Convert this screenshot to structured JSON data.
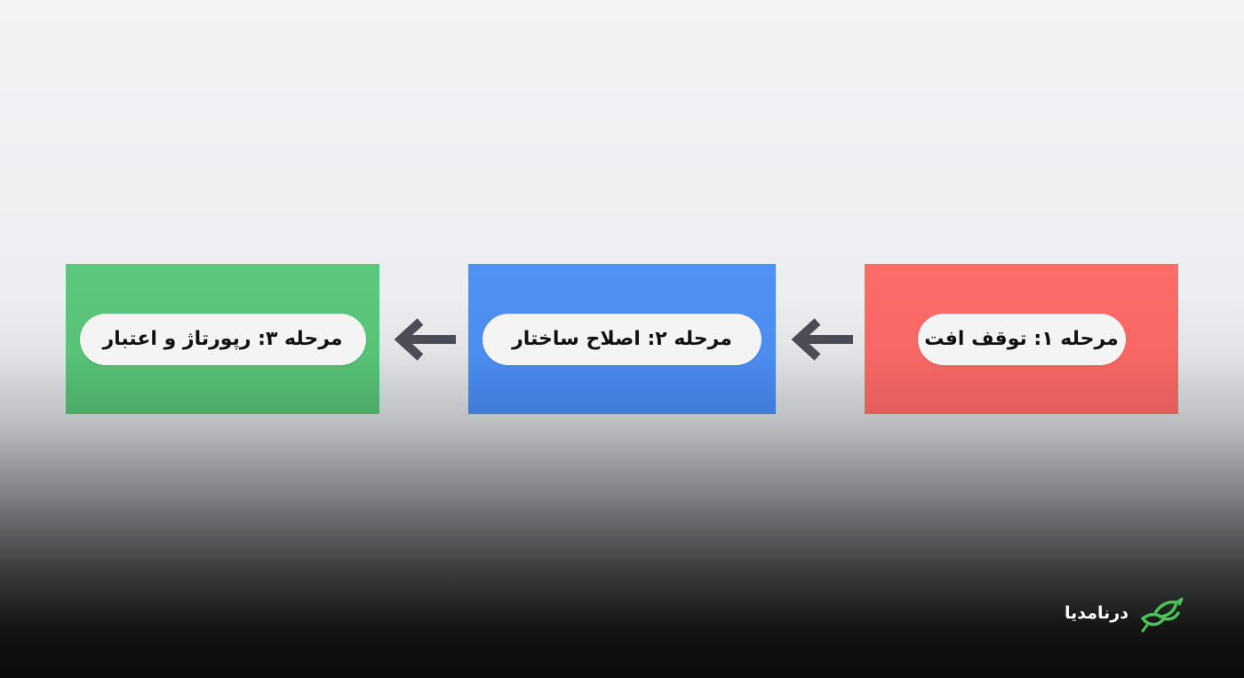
{
  "diagram": {
    "steps": [
      {
        "label": "مرحله ۱: توقف افت",
        "color": "#f76765"
      },
      {
        "label": "مرحله ۲: اصلاح ساختار",
        "color": "#4c8def"
      },
      {
        "label": "مرحله ۳: رپورتاژ و اعتبار",
        "color": "#58c277"
      }
    ],
    "connectors": [
      {
        "from": 0,
        "to": 1,
        "icon": "arrow-left-icon"
      },
      {
        "from": 1,
        "to": 2,
        "icon": "arrow-left-icon"
      }
    ],
    "arrow_color": "#4a4d55",
    "pill_color": "#f4f4f4"
  },
  "logo": {
    "text": "درنامدیا",
    "icon": "leaf-bird-icon",
    "color": "#49c25a"
  }
}
